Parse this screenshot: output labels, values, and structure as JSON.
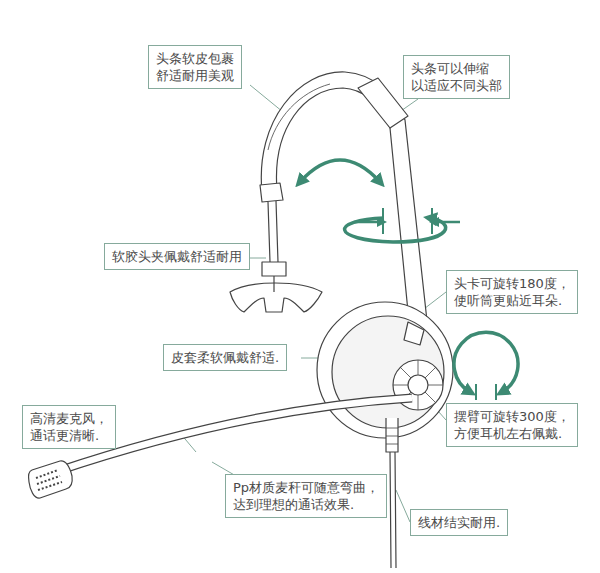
{
  "diagram": {
    "nodes": [
      {
        "text": [
          "头条软皮包裹 舒适耐用美观"
        ]
      },
      {
        "text": [
          "头条可以伸缩 以适应不同头部"
        ]
      },
      {
        "text": [
          "软胶头夹佩戴舒适耐用"
        ]
      },
      {
        "text": [
          "头卡可旋转180度， 使听筒更贴近耳朵."
        ]
      },
      {
        "text": [
          "皮套柔软佩戴舒适."
        ]
      },
      {
        "text": [
          "高清麦克风，通话更清晰."
        ]
      },
      {
        "text": [
          "摆臂可旋转300度， 方便耳机左右佩戴."
        ]
      },
      {
        "text": [
          "Pp材质麦秆可随意弯曲， 达到理想的通话效果."
        ]
      },
      {
        "text": [
          "线材结实耐用."
        ]
      }
    ]
  }
}
